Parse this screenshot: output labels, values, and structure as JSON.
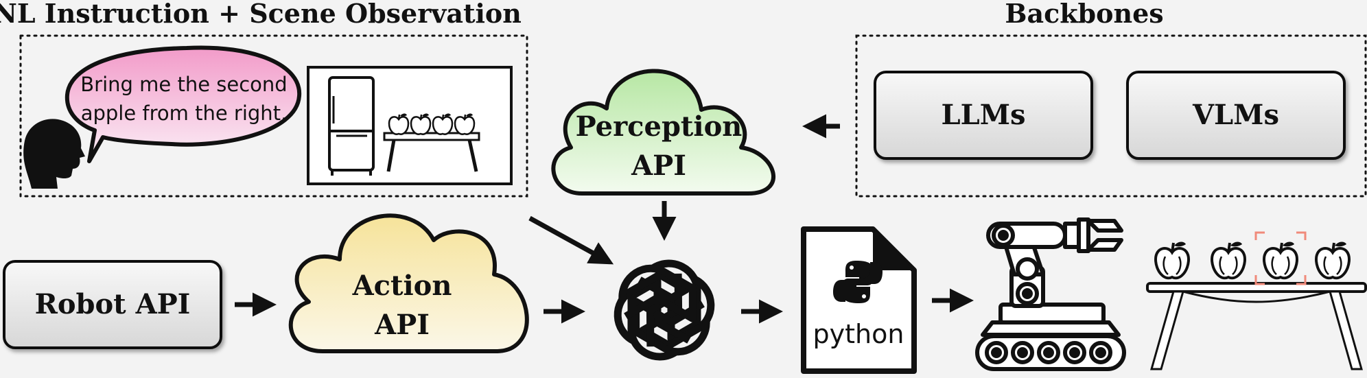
{
  "sections": {
    "left_title": "NL Instruction + Scene Observation",
    "right_title": "Backbones"
  },
  "instruction": {
    "line1": "Bring me the second",
    "line2": "apple from the right."
  },
  "backbones": {
    "llm_label": "LLMs",
    "vlm_label": "VLMs"
  },
  "perception": {
    "line1": "Perception",
    "line2": "API"
  },
  "action": {
    "line1": "Action",
    "line2": "API"
  },
  "robot_api": {
    "label": "Robot API"
  },
  "code": {
    "label": "python"
  },
  "colors": {
    "speech_bubble_top": "#f29bc9",
    "perception_cloud_top": "#b7e7a4",
    "action_cloud_top": "#f6e39a",
    "target_highlight": "#f08a7a"
  },
  "icons": {
    "human": "person-head-icon",
    "scene": "fridge-and-table-scene-icon",
    "llm": "openai-logo-icon",
    "code": "python-file-icon",
    "robot": "robot-arm-tracked-icon",
    "result": "apples-on-table-icon"
  }
}
